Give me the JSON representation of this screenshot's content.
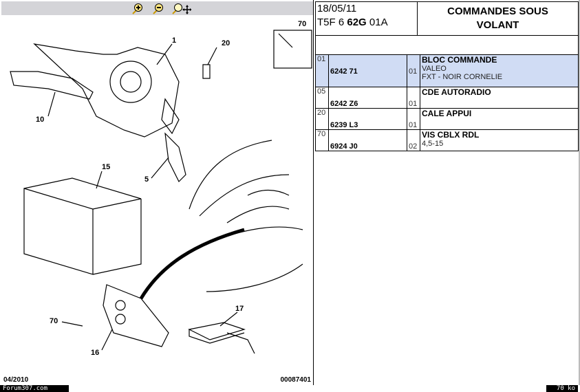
{
  "toolbar": {
    "zoom_in": "zoom-in",
    "zoom_out": "zoom-out",
    "pan": "pan"
  },
  "diagram": {
    "labels": [
      "1",
      "20",
      "70",
      "10",
      "15",
      "5",
      "70",
      "16",
      "17"
    ],
    "date": "04/2010",
    "ref": "00087401"
  },
  "header": {
    "date": "18/05/11",
    "code_prefix": "T5F 6",
    "code_bold": "62G",
    "code_suffix": "01A",
    "title": "COMMANDES SOUS VOLANT"
  },
  "parts": [
    {
      "pos": "01",
      "ref": "6242 71",
      "qty": "01",
      "name": "BLOC COMMANDE",
      "details": [
        "VALEO",
        "FXT - NOIR CORNELIE"
      ]
    },
    {
      "pos": "05",
      "ref": "6242 Z6",
      "qty": "01",
      "name": "CDE AUTORADIO",
      "details": []
    },
    {
      "pos": "20",
      "ref": "6239 L3",
      "qty": "01",
      "name": "CALE APPUI",
      "details": []
    },
    {
      "pos": "70",
      "ref": "6924 J0",
      "qty": "02",
      "name": "VIS CBLX RDL",
      "details": [
        "4,5-15"
      ]
    }
  ],
  "status": {
    "site": "Forum307.com",
    "size": "70 ko"
  }
}
